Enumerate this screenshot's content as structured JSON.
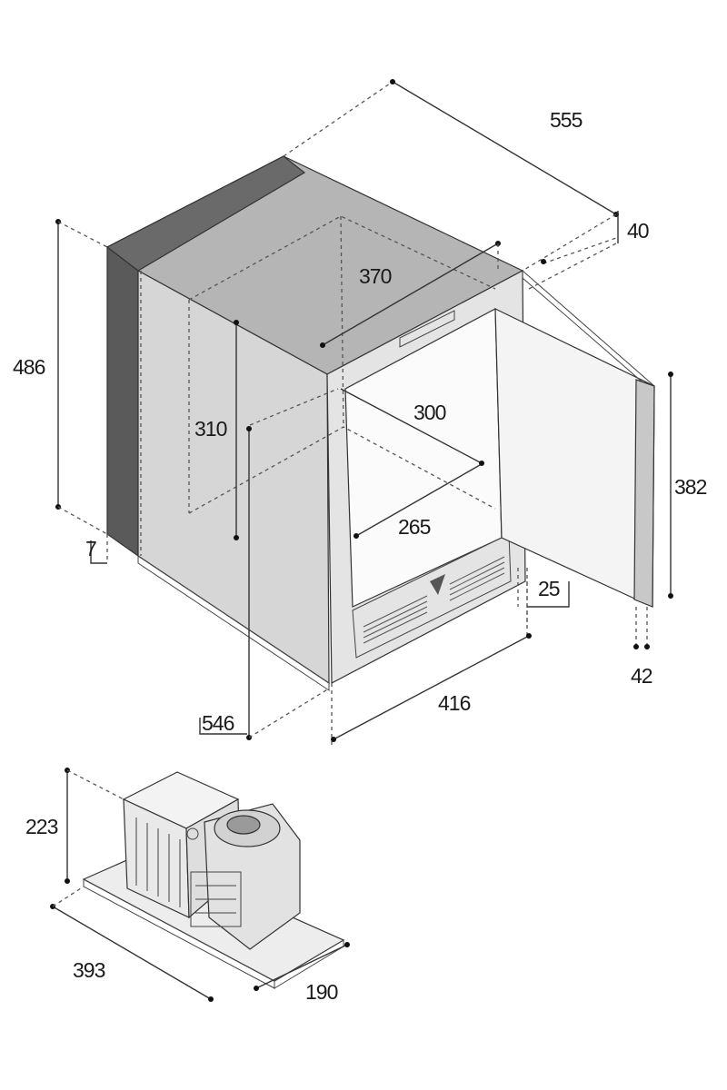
{
  "dimensions": {
    "total_depth": "555",
    "door_thickness": "40",
    "height": "486",
    "inner_depth": "370",
    "inner_height": "310",
    "inner_width": "300",
    "shelf_width": "265",
    "door_height": "382",
    "base_step": "7",
    "grille_offset": "25",
    "body_depth": "546",
    "front_width": "416",
    "door_edge": "42",
    "compressor_height": "223",
    "compressor_length": "393",
    "compressor_width": "190"
  },
  "colors": {
    "side_panel": "#5a5a5a",
    "top_panel": "#b5b5b5",
    "body_side": "#d6d6d6",
    "front_frame": "#e4e4e4",
    "door": "#f4f4f4"
  }
}
